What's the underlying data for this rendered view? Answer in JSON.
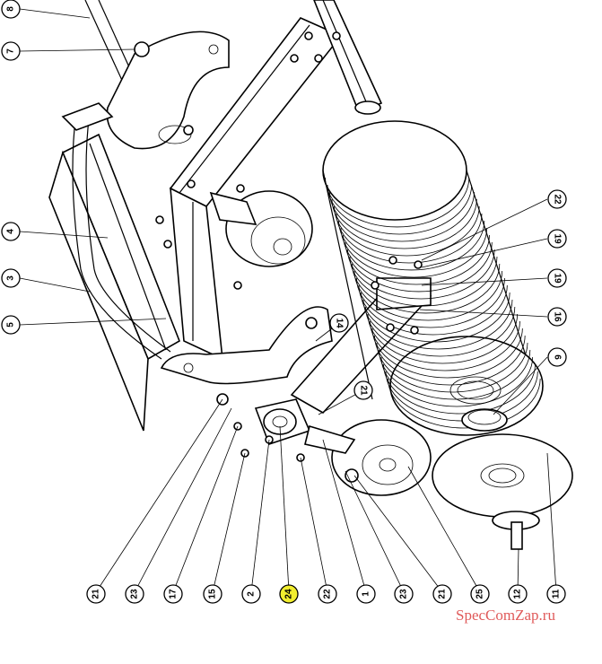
{
  "callouts": [
    {
      "id": "c8",
      "label": "8"
    },
    {
      "id": "c7",
      "label": "7"
    },
    {
      "id": "c4",
      "label": "4"
    },
    {
      "id": "c3",
      "label": "3"
    },
    {
      "id": "c5",
      "label": "5"
    },
    {
      "id": "c22a",
      "label": "22"
    },
    {
      "id": "c19a",
      "label": "19"
    },
    {
      "id": "c19b",
      "label": "19"
    },
    {
      "id": "c16",
      "label": "16"
    },
    {
      "id": "c14",
      "label": "14"
    },
    {
      "id": "c6",
      "label": "6"
    },
    {
      "id": "c21a",
      "label": "21"
    },
    {
      "id": "b21",
      "label": "21"
    },
    {
      "id": "b23",
      "label": "23"
    },
    {
      "id": "b17",
      "label": "17"
    },
    {
      "id": "b15",
      "label": "15"
    },
    {
      "id": "b2",
      "label": "2"
    },
    {
      "id": "b24",
      "label": "24",
      "highlight": "#f2ee2e"
    },
    {
      "id": "b22",
      "label": "22"
    },
    {
      "id": "b1",
      "label": "1"
    },
    {
      "id": "b23b",
      "label": "23"
    },
    {
      "id": "b21b",
      "label": "21"
    },
    {
      "id": "b25",
      "label": "25"
    },
    {
      "id": "b12",
      "label": "12"
    },
    {
      "id": "b11",
      "label": "11"
    }
  ],
  "watermark": "SpecComZap.ru"
}
